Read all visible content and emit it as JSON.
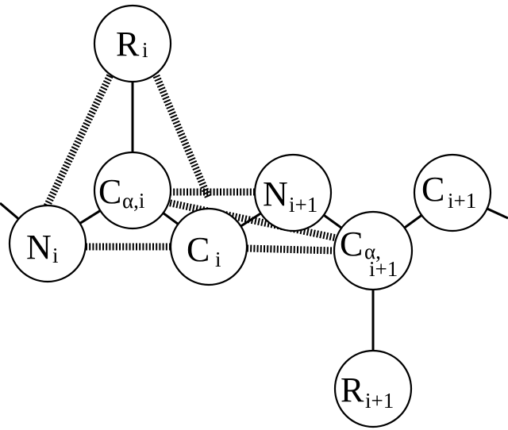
{
  "atoms": {
    "r_i": {
      "main": "R",
      "sub": "i"
    },
    "ca_i": {
      "main": "C",
      "sub": "α,i"
    },
    "n_i": {
      "main": "N",
      "sub": "i"
    },
    "c_i": {
      "main": "C",
      "sub": "i"
    },
    "n_ip1": {
      "main": "N",
      "sub": "i+1"
    },
    "ca_ip1": {
      "main": "C",
      "sub": "α,",
      "sub2": "i+1"
    },
    "c_ip1": {
      "main": "C",
      "sub": "i+1"
    },
    "r_ip1": {
      "main": "R",
      "sub": "i+1"
    }
  },
  "colors": {
    "stroke": "#000000",
    "fill": "#ffffff"
  }
}
